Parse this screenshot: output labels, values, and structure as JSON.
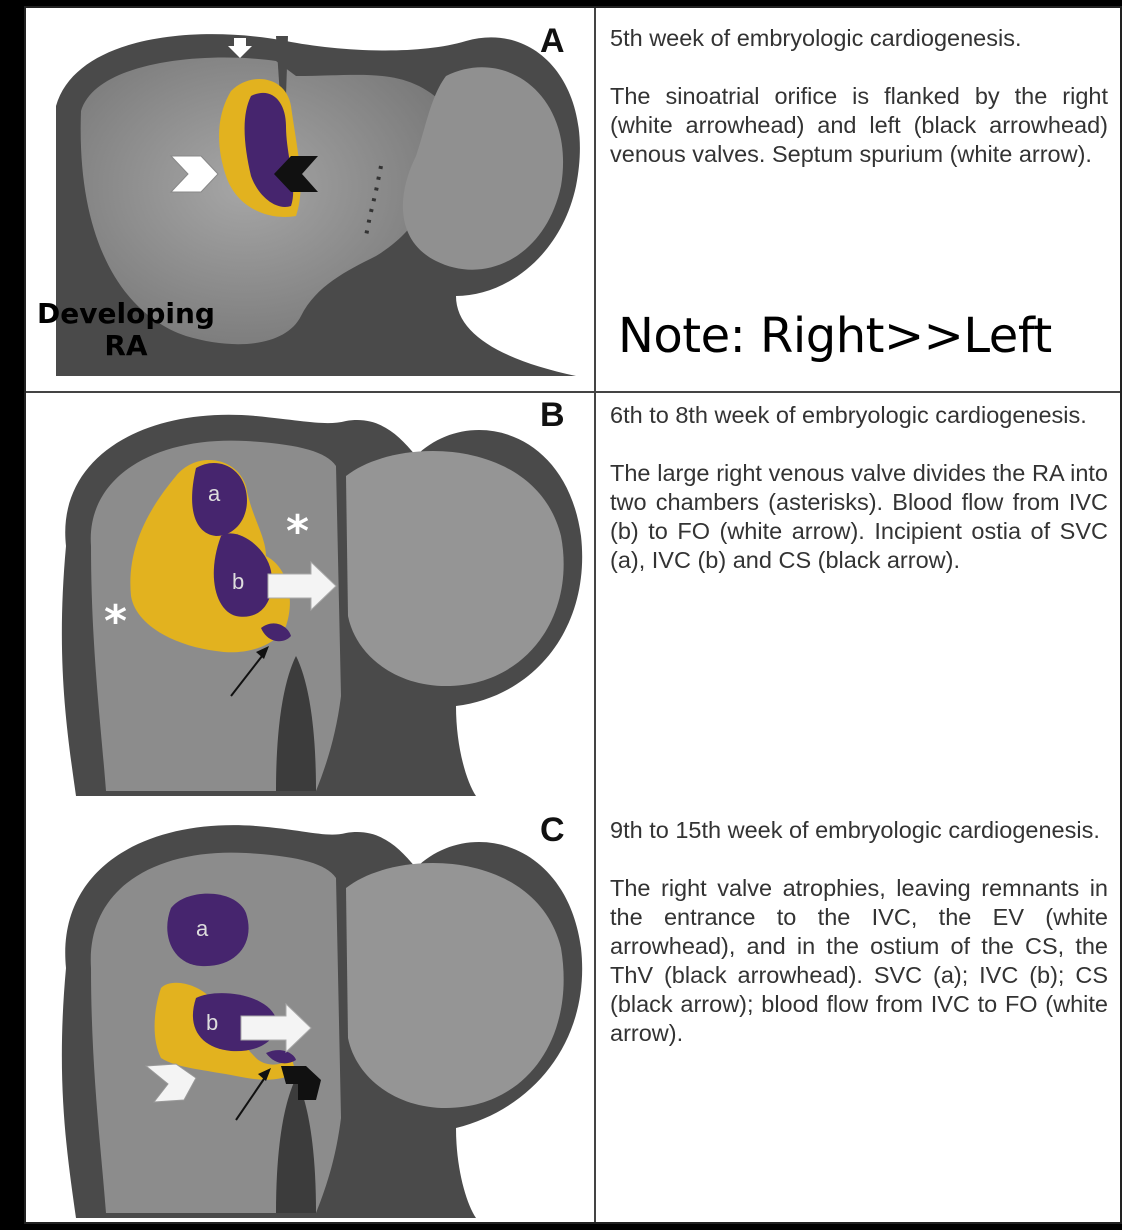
{
  "panels": [
    {
      "letter": "A",
      "heading": "5th week of embryologic cardiogenesis.",
      "body": "The sinoatrial orifice is flanked by the right (white arrowhead) and left (black arrowhead) venous valves. Septum spurium (white arrow)."
    },
    {
      "letter": "B",
      "heading": "6th to 8th week of embryologic cardiogenesis.",
      "body": "The large right venous valve divides the RA into two chambers (asterisks). Blood flow from IVC (b) to FO (white arrow). Incipient ostia of SVC (a), IVC (b) and CS (black arrow).",
      "labels": [
        "a",
        "b"
      ]
    },
    {
      "letter": "C",
      "heading": "9th to 15th week of embryologic cardiogenesis.",
      "body": "The right valve atrophies, leaving remnants in the entrance to the IVC, the EV (white arrowhead), and in the ostium of the CS, the ThV (black arrowhead). SVC (a); IVC (b); CS (black arrow); blood flow from IVC to FO (white arrow).",
      "labels": [
        "a",
        "b"
      ]
    }
  ],
  "note": "Note: Right>>Left",
  "developing_label_line1": "Developing",
  "developing_label_line2": "RA",
  "colors": {
    "wall": "#4a4a4a",
    "chamber": "#8c8c8c",
    "valve": "#e2b21f",
    "orifice": "#46256e",
    "background": "#ffffff"
  }
}
